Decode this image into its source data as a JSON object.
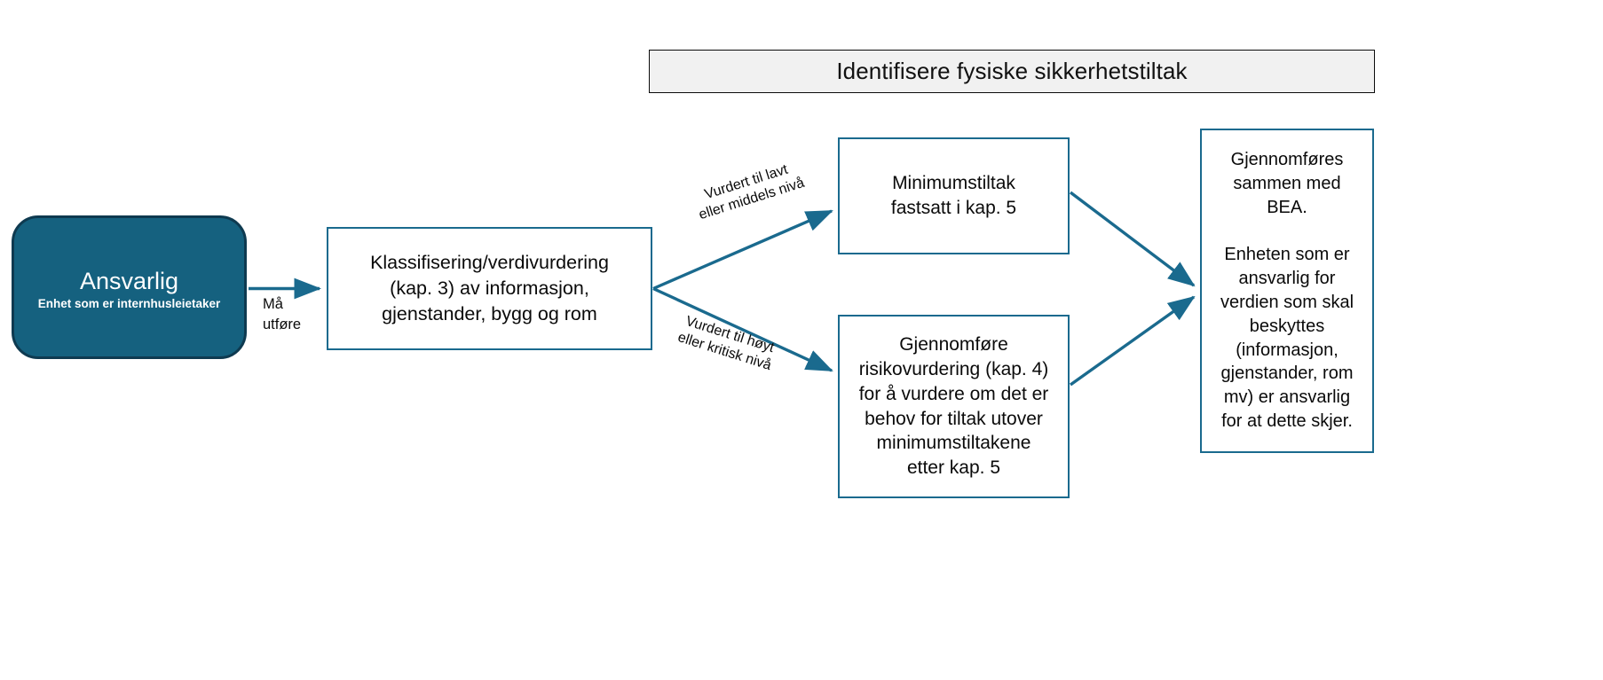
{
  "header": {
    "title": "Identifisere fysiske sikkerhetstiltak",
    "background_color": "#F1F1F1",
    "border_color": "#0B0B0B"
  },
  "theme": {
    "accent_blue": "#15617F",
    "box_border": "#1A6A8E",
    "actor_border": "#0E3A50",
    "arrow_color": "#1A6A8E",
    "text_color": "#0A0A0A",
    "page_background": "#FFFFFF"
  },
  "nodes": {
    "actor": {
      "title": "Ansvarlig",
      "subtitle": "Enhet som er internhusleietaker"
    },
    "classify": {
      "text": "Klassifisering/verdivurdering\n(kap. 3) av informasjon,\ngjenstander, bygg og rom"
    },
    "minimum": {
      "text": "Minimumstiltak\nfastsatt i kap. 5"
    },
    "risk": {
      "text": "Gjennomføre\nrisikovurdering (kap. 4)\nfor å vurdere om det er\nbehov for tiltak utover\nminimumstiltakene\netter kap. 5"
    },
    "bea": {
      "text": "Gjennomføres\nsammen med\nBEA.\n\nEnheten som er\nansvarlig for\nverdien som skal\nbeskyttes\n(informasjon,\ngjenstander, rom\nmv) er ansvarlig\nfor at dette skjer."
    }
  },
  "edges": {
    "actor_to_classify": {
      "label": "Må\nutføre"
    },
    "classify_to_minimum": {
      "label": "Vurdert til lavt\neller middels nivå"
    },
    "classify_to_risk": {
      "label": "Vurdert til høyt\neller kritisk nivå"
    },
    "minimum_to_bea": {
      "label": ""
    },
    "risk_to_bea": {
      "label": ""
    }
  }
}
